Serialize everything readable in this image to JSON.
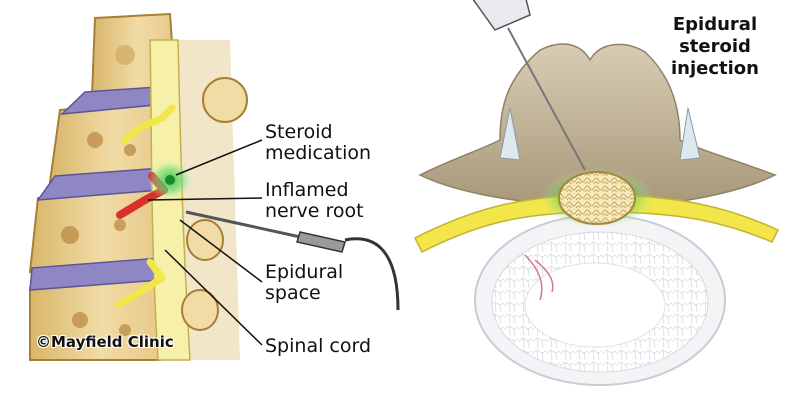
{
  "left_figure": {
    "labels": {
      "steroid_line1": "Steroid",
      "steroid_line2": "medication",
      "inflamed_line1": "Inflamed",
      "inflamed_line2": "nerve root",
      "epidural_line1": "Epidural",
      "epidural_line2": "space",
      "spinal_cord": "Spinal cord"
    },
    "credit": "©Mayfield Clinic"
  },
  "right_figure": {
    "title_line1": "Epidural",
    "title_line2": "steroid",
    "title_line3": "injection"
  },
  "colors": {
    "bone": "#eed9a0",
    "bone_dark": "#c79e4a",
    "disc": "#8f86c4",
    "nerve": "#f3e64a",
    "inflamed": "#d6322a",
    "steroid_glow": "#2fbf4a",
    "vertebra_gray": "#b9ab90",
    "disc_white": "#f4f4f6"
  }
}
